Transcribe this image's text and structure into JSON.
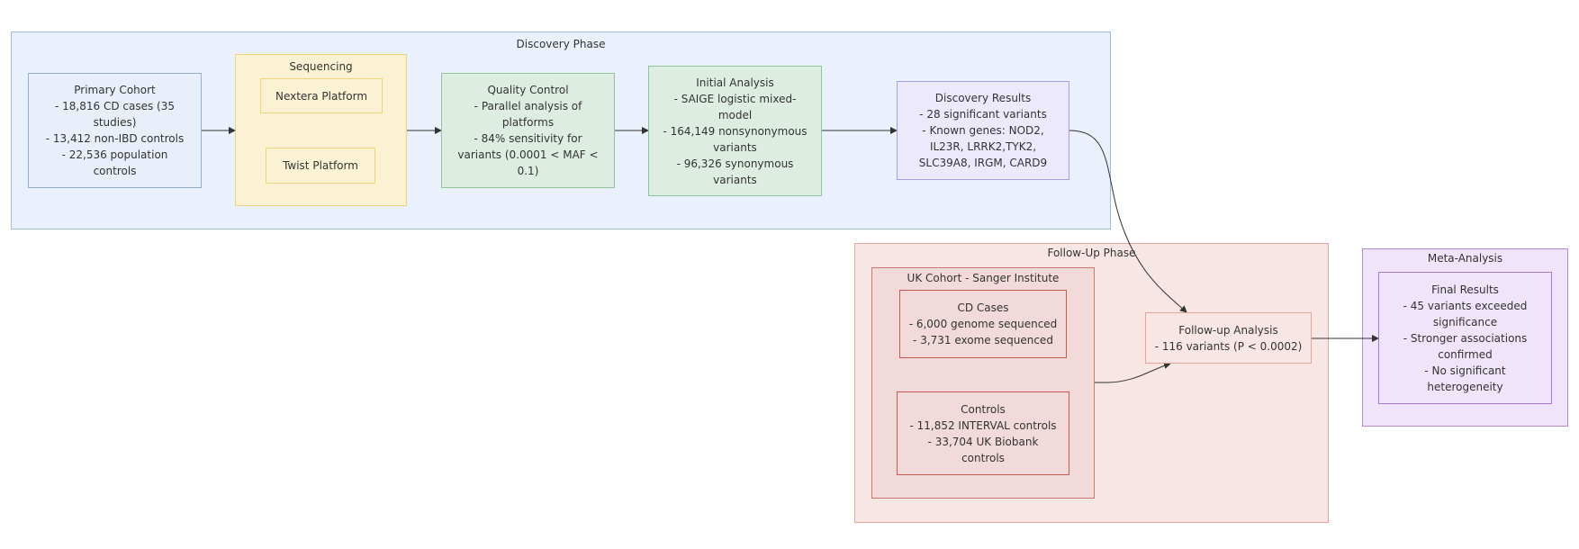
{
  "clusters": {
    "discovery": "Discovery Phase",
    "sequencing": "Sequencing",
    "followup": "Follow-Up Phase",
    "uk_cohort": "UK Cohort - Sanger Institute",
    "meta": "Meta-Analysis"
  },
  "nodes": {
    "primary_cohort": [
      "Primary Cohort",
      "- 18,816 CD cases (35",
      "studies)",
      "- 13,412 non-IBD controls",
      "- 22,536 population",
      "controls"
    ],
    "nextera": "Nextera Platform",
    "twist": "Twist Platform",
    "quality_control": [
      "Quality Control",
      "- Parallel analysis of",
      "platforms",
      "- 84% sensitivity for",
      "variants (0.0001 < MAF <",
      "0.1)"
    ],
    "initial_analysis": [
      "Initial Analysis",
      "- SAIGE logistic mixed-",
      "model",
      "- 164,149 nonsynonymous",
      "variants",
      "- 96,326 synonymous",
      "variants"
    ],
    "discovery_results": [
      "Discovery Results",
      "- 28 significant variants",
      "- Known genes: NOD2,",
      "IL23R, LRRK2,TYK2,",
      "SLC39A8, IRGM, CARD9"
    ],
    "cd_cases": [
      "CD Cases",
      "- 6,000 genome sequenced",
      "- 3,731 exome sequenced"
    ],
    "controls": [
      "Controls",
      "- 11,852 INTERVAL controls",
      "- 33,704 UK Biobank",
      "controls"
    ],
    "followup_analysis": [
      "Follow-up Analysis",
      "- 116 variants (P < 0.0002)"
    ],
    "final_results": [
      "Final Results",
      "- 45 variants exceeded",
      "significance",
      "- Stronger associations",
      "confirmed",
      "- No significant",
      "heterogeneity"
    ]
  },
  "colors": {
    "discovery_fill": "#eaf1fc",
    "discovery_border": "#9dbbdb",
    "sequencing_fill": "#fbf1d3",
    "sequencing_border": "#efd47c",
    "qc_fill": "#ddede1",
    "qc_border": "#8fc49a",
    "results_fill": "#ece9fc",
    "results_border": "#a99ce6",
    "followup_fill": "#f8e6e4",
    "followup_border": "#e4a59d",
    "uk_fill": "#f2dada",
    "uk_border": "#cd776d",
    "meta_fill": "#efe4f9",
    "meta_border": "#b88ad6"
  }
}
